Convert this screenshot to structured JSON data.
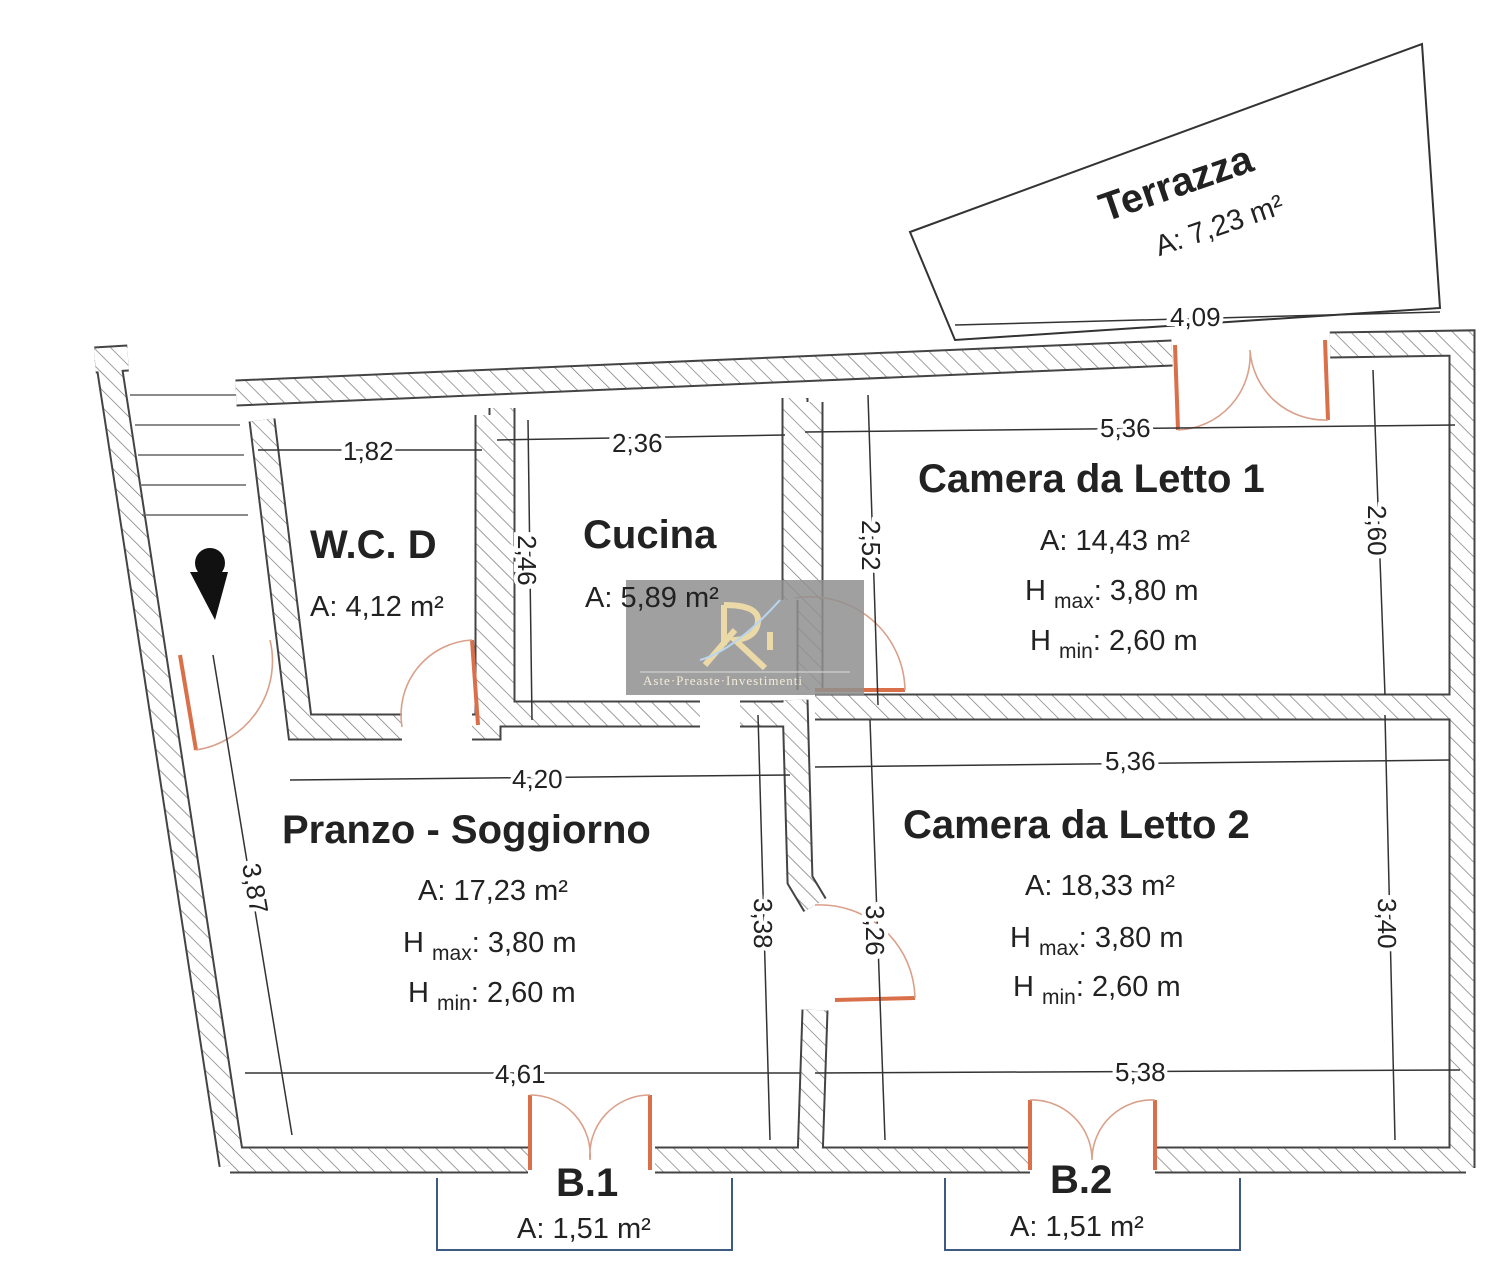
{
  "rooms": {
    "terrazza": {
      "name": "Terrazza",
      "area": "A: 7,23 m²"
    },
    "wc": {
      "name": "W.C. D",
      "area": "A: 4,12 m²"
    },
    "cucina": {
      "name": "Cucina",
      "area": "A: 5,89 m²"
    },
    "letto1": {
      "name": "Camera da Letto 1",
      "area": "A: 14,43 m²",
      "hmax_label": "H",
      "hmax_sub": "max",
      "hmax_val": ": 3,80 m",
      "hmin_label": "H",
      "hmin_sub": "min",
      "hmin_val": ": 2,60 m"
    },
    "pranzo": {
      "name": "Pranzo - Soggiorno",
      "area": "A: 17,23 m²",
      "hmax_label": "H",
      "hmax_sub": "max",
      "hmax_val": ": 3,80 m",
      "hmin_label": "H",
      "hmin_sub": "min",
      "hmin_val": ": 2,60 m"
    },
    "letto2": {
      "name": "Camera da Letto 2",
      "area": "A: 18,33 m²",
      "hmax_label": "H",
      "hmax_sub": "max",
      "hmax_val": ": 3,80 m",
      "hmin_label": "H",
      "hmin_sub": "min",
      "hmin_val": ": 2,60 m"
    },
    "b1": {
      "name": "B.1",
      "area": "A: 1,51 m²"
    },
    "b2": {
      "name": "B.2",
      "area": "A: 1,51 m²"
    }
  },
  "dimensions": {
    "terrazza_w": "4,09",
    "wc_w": "1,82",
    "cucina_w": "2,36",
    "cucina_h": "2,46",
    "letto1_w": "5,36",
    "letto1_h_left": "2,52",
    "letto1_h_right": "2,60",
    "pranzo_w_top": "4,20",
    "pranzo_w_bottom": "4,61",
    "pranzo_h_left": "3,87",
    "pranzo_h_right": "3,38",
    "letto2_w_top": "5,36",
    "letto2_w_bottom": "5,38",
    "letto2_h_left": "3,26",
    "letto2_h_right": "3,40"
  },
  "watermark": {
    "text": "Aste·Preaste·Investimenti",
    "logo": "RI"
  },
  "colors": {
    "wall": "#555555",
    "door": "#d9704a",
    "watermark_bg": "#8f8f8f"
  }
}
